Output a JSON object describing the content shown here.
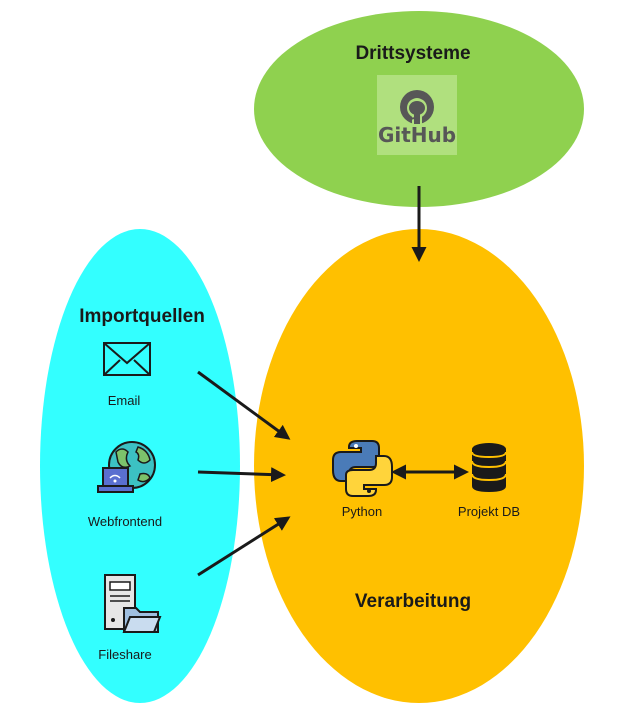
{
  "groups": {
    "third_party": {
      "title": "Drittsysteme",
      "color": "#8fd14f"
    },
    "import_sources": {
      "title": "Importquellen",
      "color": "#33ffff"
    },
    "processing": {
      "title": "Verarbeitung",
      "color": "#ffc000"
    }
  },
  "nodes": {
    "github": {
      "label": "GitHub",
      "icon": "github-logo"
    },
    "email": {
      "label": "Email",
      "icon": "envelope-icon"
    },
    "web": {
      "label": "Webfrontend",
      "icon": "globe-laptop-icon"
    },
    "fileshare": {
      "label": "Fileshare",
      "icon": "server-folder-icon"
    },
    "python": {
      "label": "Python",
      "icon": "python-logo"
    },
    "db": {
      "label": "Projekt DB",
      "icon": "database-icon"
    }
  },
  "edges": [
    {
      "from": "github",
      "to": "processing"
    },
    {
      "from": "email",
      "to": "processing"
    },
    {
      "from": "web",
      "to": "processing"
    },
    {
      "from": "fileshare",
      "to": "processing"
    },
    {
      "from": "python",
      "to": "db",
      "bidirectional": true
    }
  ]
}
